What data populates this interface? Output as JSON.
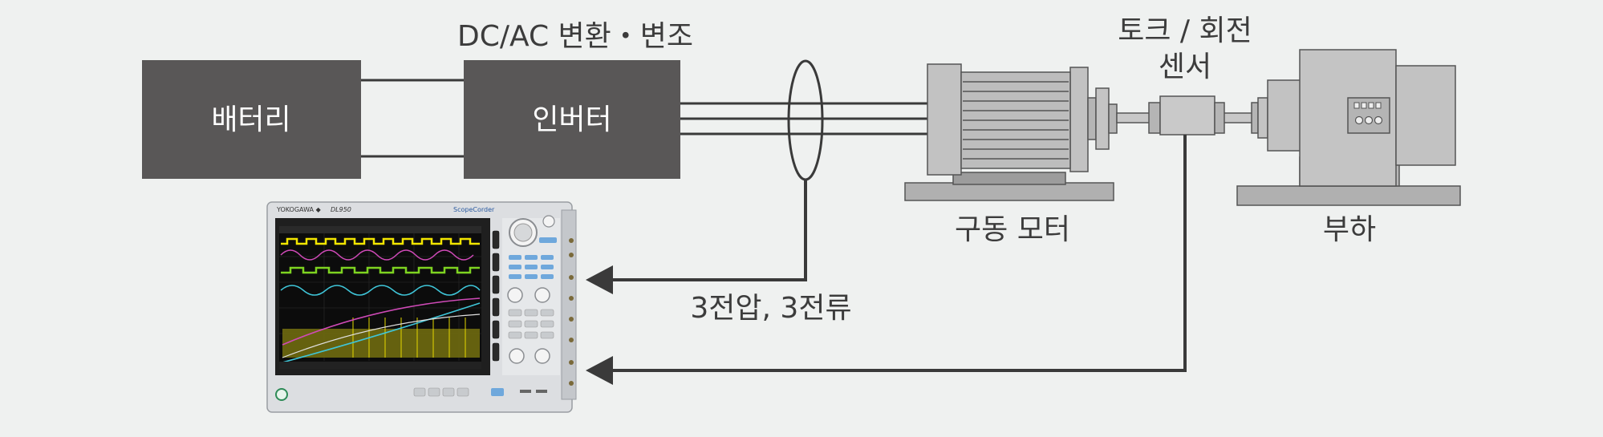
{
  "diagram": {
    "battery": "배터리",
    "inverter": "인버터",
    "conversion_label": "DC/AC 변환・변조",
    "drive_motor": "구동 모터",
    "torque_sensor_line1": "토크 / 회전",
    "torque_sensor_line2": "센서",
    "load": "부하",
    "measure_label": "3전압, 3전류",
    "scope_brand": "YOKOGAWA ◆",
    "scope_model": "DL950",
    "scope_series": "ScopeCorder"
  },
  "colors": {
    "box_fill": "#595757",
    "wire": "#3a3a3a",
    "machine_gray": "#b5b5b5",
    "trace_yellow": "#f2e500",
    "trace_green": "#7ed321",
    "trace_magenta": "#d04ab8",
    "trace_cyan": "#3fc6d9",
    "button_blue": "#6fa8dc"
  }
}
